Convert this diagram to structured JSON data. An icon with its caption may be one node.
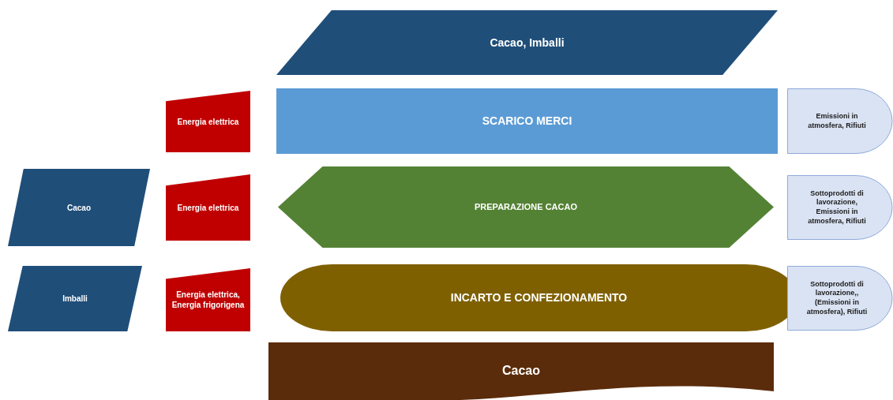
{
  "diagram": {
    "nodes": [
      {
        "text": [
          "Cacao, Imballi"
        ]
      },
      {
        "text": [
          "Energia elettrica"
        ]
      },
      {
        "text": [
          "SCARICO MERCI"
        ]
      },
      {
        "text": [
          "Emissioni in atmosfera, Rifiuti"
        ]
      },
      {
        "text": [
          "Cacao"
        ]
      },
      {
        "text": [
          "Energia elettrica"
        ]
      },
      {
        "text": [
          "PREPARAZIONE CACAO"
        ]
      },
      {
        "text": [
          "Sottoprodotti di lavorazione, Emissioni in atmosfera, Rifiuti"
        ]
      },
      {
        "text": [
          "Imballi"
        ]
      },
      {
        "text": [
          "Energia elettrica, Energia frigorigena"
        ]
      },
      {
        "text": [
          "INCARTO E CONFEZIONAMENTO"
        ]
      },
      {
        "text": [
          "Sottoprodotti di lavorazione,, (Emissioni in atmosfera), Rifiuti"
        ]
      },
      {
        "text": [
          "Cacao"
        ]
      }
    ]
  }
}
